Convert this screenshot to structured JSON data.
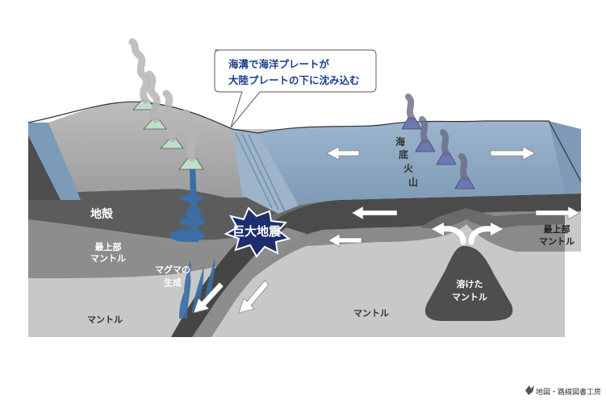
{
  "callout": {
    "line1": "海溝で海洋プレートが",
    "line2": "大陸プレートの下に沈み込む"
  },
  "labels": {
    "crust": "地殻",
    "upper_mantle_left_1": "最上部",
    "upper_mantle_left_2": "マントル",
    "magma_1": "マグマの",
    "magma_2": "生成",
    "mantle_left": "マントル",
    "earthquake": "巨大地震",
    "seafloor_volcano": [
      "海",
      "底",
      "火",
      "山"
    ],
    "upper_mantle_right_1": "最上部",
    "upper_mantle_right_2": "マントル",
    "mantle_right": "マントル",
    "melted_mantle_1": "溶けた",
    "melted_mantle_2": "マントル"
  },
  "footer": "地図・路線図書工房",
  "colors": {
    "ocean": "#8aa4bf",
    "ocean_dark": "#6d8aa8",
    "crust": "#5a5a5a",
    "upper_mantle": "#8a8a8a",
    "mantle": "#c9c9c9",
    "continent_top": "#a8a8a8",
    "slab": "#4a4a4a",
    "magma": "#3a6ea5",
    "callout_text": "#1c3f8c",
    "volcano_land": "#bfe0c8",
    "volcano_sea": "#6d78b3"
  },
  "icons": [
    "land-volcano-icon",
    "sea-volcano-icon",
    "plate-arrow-icon",
    "upwelling-arrow-icon",
    "smoke-icon",
    "logo-icon"
  ]
}
